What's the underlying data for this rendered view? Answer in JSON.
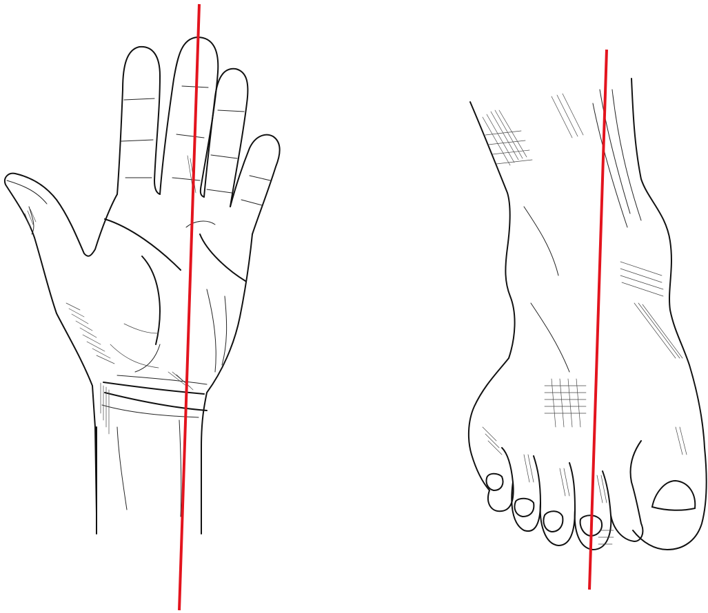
{
  "figure": {
    "panels": [
      {
        "id": "hand",
        "subject": "hand-palm-view",
        "axis_color": "#e3141e"
      },
      {
        "id": "foot",
        "subject": "foot-dorsal-view",
        "axis_color": "#e3141e"
      }
    ],
    "colors": {
      "line_art": "#111111",
      "background": "#ffffff",
      "axis_line": "#e3141e"
    }
  }
}
